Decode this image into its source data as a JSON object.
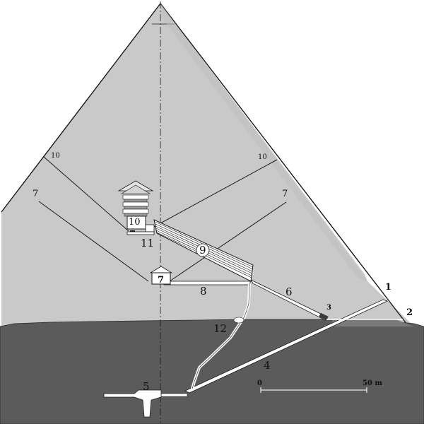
{
  "labels": {
    "casing_line": "1",
    "core_step": "2",
    "descending_entrance": "3",
    "descending_passage": "4",
    "subterranean_chamber": "5",
    "ascending_passage": "6",
    "queens_chamber": "7",
    "queens_shaft_left": "7",
    "queens_shaft_right": "7",
    "horizontal_passage": "8",
    "grand_gallery": "9",
    "kings_chamber": "10",
    "kings_shaft_left": "10",
    "kings_shaft_right": "10",
    "antechamber": "11",
    "well_shaft": "12"
  },
  "scale_bar": {
    "start": "0",
    "end": "50 m"
  },
  "colors": {
    "masonry": "#c9c9c9",
    "bedrock": "#5b5b5b",
    "passage": "#ffffff",
    "outline": "#1a1a1a"
  }
}
